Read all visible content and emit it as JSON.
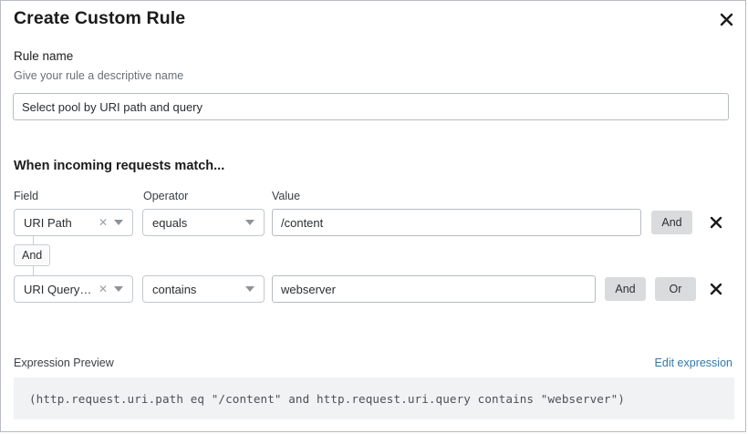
{
  "dialog": {
    "title": "Create Custom Rule",
    "close_icon": "close-icon"
  },
  "rule_name": {
    "label": "Rule name",
    "help": "Give your rule a descriptive name",
    "value": "Select pool by URI path and query",
    "placeholder": ""
  },
  "match_section": {
    "heading": "When incoming requests match...",
    "columns": {
      "field": "Field",
      "operator": "Operator",
      "value": "Value"
    },
    "connector": {
      "label": "And"
    },
    "rows": [
      {
        "field": "URI Path",
        "operator": "equals",
        "value": "/content",
        "buttons": [
          "And"
        ],
        "remove_icon": "close-icon"
      },
      {
        "field": "URI Query St...",
        "operator": "contains",
        "value": "webserver",
        "buttons": [
          "And",
          "Or"
        ],
        "remove_icon": "close-icon"
      }
    ]
  },
  "expression_preview": {
    "label": "Expression Preview",
    "edit_link": "Edit expression",
    "expression": "(http.request.uri.path eq \"/content\" and http.request.uri.query contains \"webserver\")"
  },
  "colors": {
    "link": "#3279a8",
    "button_grey": "#d9dbdd",
    "expression_bg": "#f1f2f3",
    "border": "#b7bcc0"
  }
}
